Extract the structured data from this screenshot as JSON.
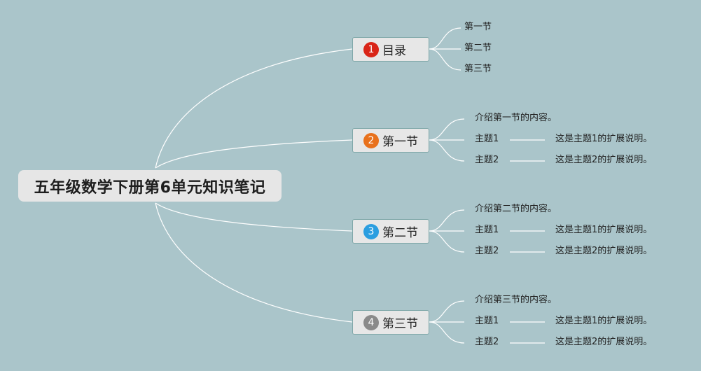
{
  "root": {
    "title": "五年级数学下册第6单元知识笔记"
  },
  "branches": [
    {
      "number": "1",
      "label": "目录",
      "badge_color": "#d92518",
      "children": [
        "第一节",
        "第二节",
        "第三节"
      ]
    },
    {
      "number": "2",
      "label": "第一节",
      "badge_color": "#e8711c",
      "intro": "介绍第一节的内容。",
      "topics": [
        {
          "label": "主题1",
          "note": "这是主题1的扩展说明。"
        },
        {
          "label": "主题2",
          "note": "这是主题2的扩展说明。"
        }
      ]
    },
    {
      "number": "3",
      "label": "第二节",
      "badge_color": "#2b9ee0",
      "intro": "介绍第二节的内容。",
      "topics": [
        {
          "label": "主题1",
          "note": "这是主题1的扩展说明。"
        },
        {
          "label": "主题2",
          "note": "这是主题2的扩展说明。"
        }
      ]
    },
    {
      "number": "4",
      "label": "第三节",
      "badge_color": "#8a8a8a",
      "intro": "介绍第三节的内容。",
      "topics": [
        {
          "label": "主题1",
          "note": "这是主题1的扩展说明。"
        },
        {
          "label": "主题2",
          "note": "这是主题2的扩展说明。"
        }
      ]
    }
  ],
  "colors": {
    "background": "#aac5ca",
    "connector": "#ffffff",
    "branch_border": "#7fa7a8"
  }
}
